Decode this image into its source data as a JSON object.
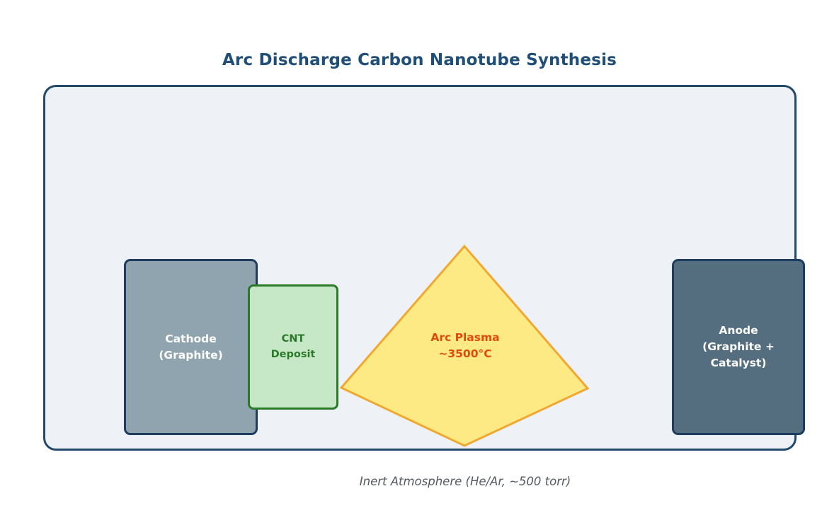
{
  "title": "Arc Discharge Carbon Nanotube Synthesis",
  "chamber": {
    "caption": "Inert Atmosphere (He/Ar, ~500 torr)",
    "background_color": "#eef2f7",
    "border_color": "#234a6b"
  },
  "components": {
    "cathode": {
      "line1": "Cathode",
      "line2": "(Graphite)",
      "fill_color": "#90a4b0",
      "border_color": "#1c3d5e",
      "text_color": "#ffffff"
    },
    "cnt_deposit": {
      "line1": "CNT",
      "line2": "Deposit",
      "fill_color": "#c6e8c6",
      "border_color": "#2a7a2a",
      "text_color": "#2a7a2a"
    },
    "plasma": {
      "line1": "Arc Plasma",
      "line2": "~3500°C",
      "fill_color": "#fdea85",
      "border_color": "#f0a830",
      "text_color": "#e04a0a",
      "temperature": "~3500°C"
    },
    "anode": {
      "line1": "Anode",
      "line2": "(Graphite +",
      "line3": "Catalyst)",
      "fill_color": "#546e7f",
      "border_color": "#1c3d5e",
      "text_color": "#ffffff"
    }
  },
  "title_color": "#1f4e79",
  "caption_color": "#555b63"
}
